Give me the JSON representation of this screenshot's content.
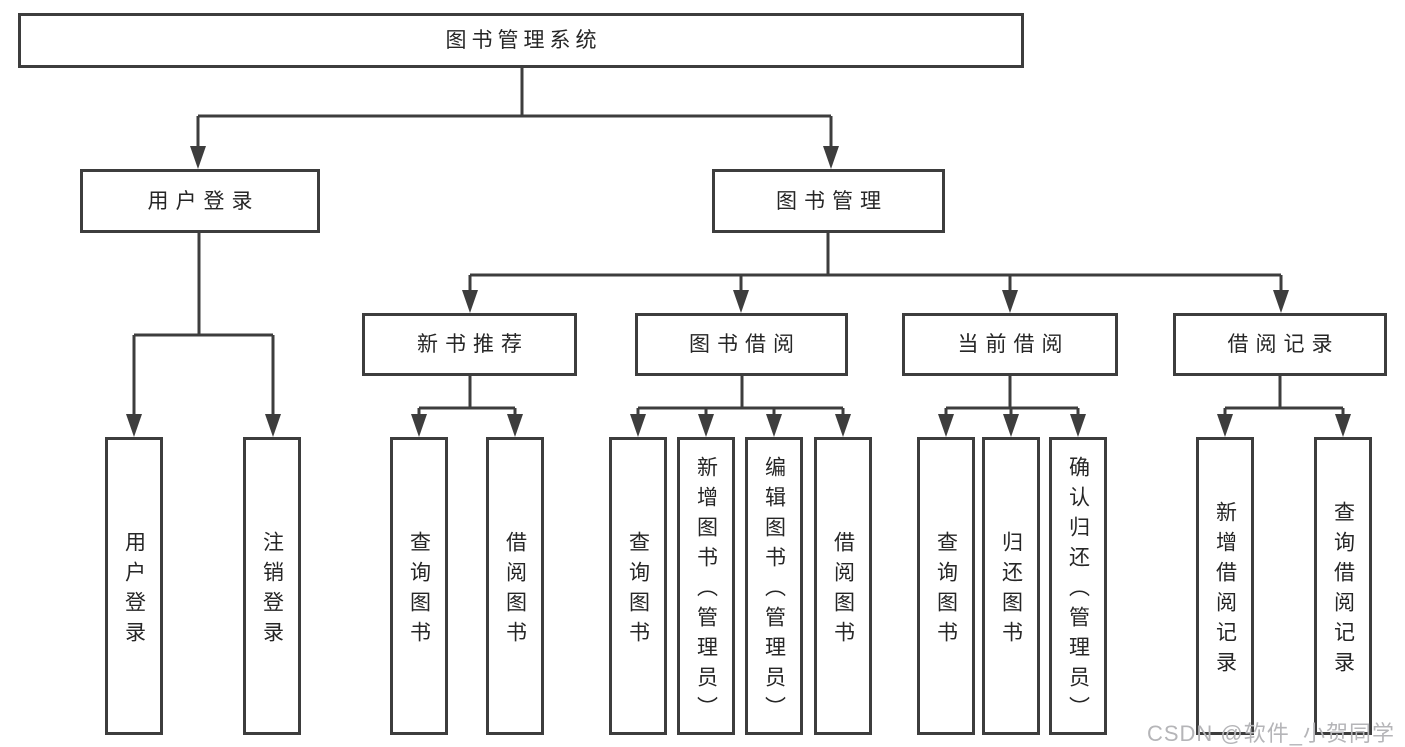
{
  "diagram": {
    "title": "图书管理系统",
    "branches": {
      "user_login": {
        "label": "用户登录",
        "children": [
          "用户登录",
          "注销登录"
        ]
      },
      "book_mgmt": {
        "label": "图书管理",
        "sections": {
          "new_books": {
            "label": "新书推荐",
            "children": [
              "查询图书",
              "借阅图书"
            ]
          },
          "book_borrow": {
            "label": "图书借阅",
            "children": [
              "查询图书",
              "新增图书（管理员）",
              "编辑图书（管理员）",
              "借阅图书"
            ]
          },
          "current_borrow": {
            "label": "当前借阅",
            "children": [
              "查询图书",
              "归还图书",
              "确认归还（管理员）"
            ]
          },
          "borrow_records": {
            "label": "借阅记录",
            "children": [
              "新增借阅记录",
              "查询借阅记录"
            ]
          }
        }
      }
    }
  },
  "watermark": "CSDN @软件_小贺同学",
  "colors": {
    "line": "#3d3d3d",
    "text": "#262626",
    "watermark": "#b5b5b8",
    "background": "#ffffff"
  }
}
